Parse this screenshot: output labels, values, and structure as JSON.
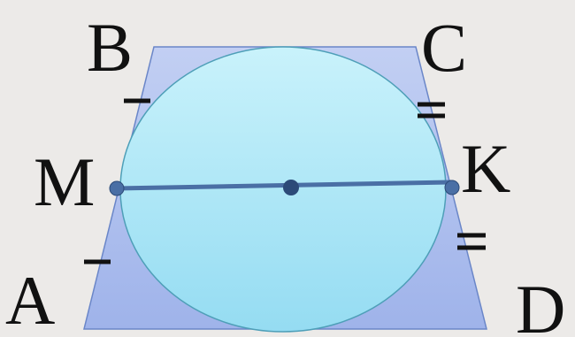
{
  "diagram": {
    "vertices": {
      "B": "B",
      "C": "C",
      "A": "A",
      "D": "D",
      "M": "M",
      "K": "K"
    },
    "colors": {
      "background": "#eceae8",
      "trapezoid_fill": "#aebfee",
      "trapezoid_stroke": "#6a86c8",
      "circle_fill": "#a9e4f4",
      "circle_stroke": "#4e9fb8",
      "segment": "#4a6fa5",
      "point": "#4a6fa5",
      "center_point": "#2c4a78",
      "tick": "#111111",
      "label": "#111111"
    }
  }
}
